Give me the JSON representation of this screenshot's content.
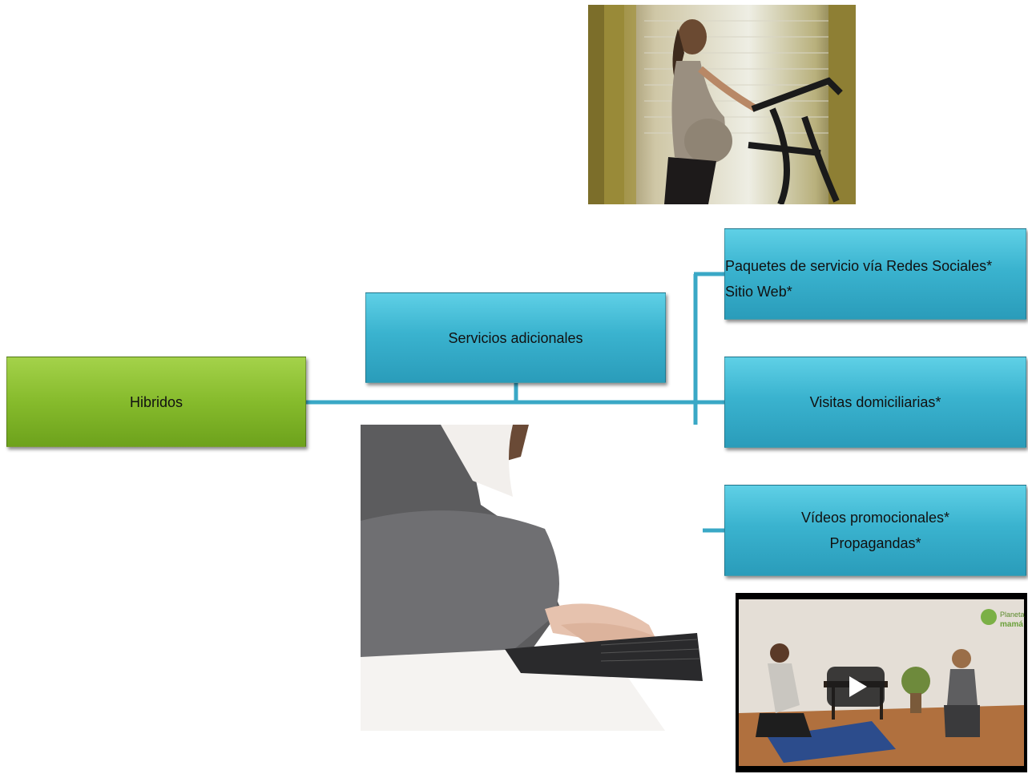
{
  "diagram": {
    "root": {
      "label": "Hibridos"
    },
    "middle": {
      "label": "Servicios adicionales"
    },
    "children": [
      {
        "line1": "Paquetes de servicio vía Redes Sociales*",
        "line2": "Sitio Web*"
      },
      {
        "line1": "Visitas domiciliarias*",
        "line2": ""
      },
      {
        "line1": "Vídeos promocionales*",
        "line2": "Propagandas*"
      }
    ]
  },
  "colors": {
    "box_blue": "#3ab3cf",
    "box_green": "#86bb2c",
    "connector": "#3aa8c6"
  },
  "images": {
    "treadmill_photo": "pregnant-woman-treadmill",
    "keyboard_photo": "pregnant-woman-keyboard",
    "video_photo": "prenatal-exercise-video",
    "video_logo": "Planeta mamá"
  }
}
